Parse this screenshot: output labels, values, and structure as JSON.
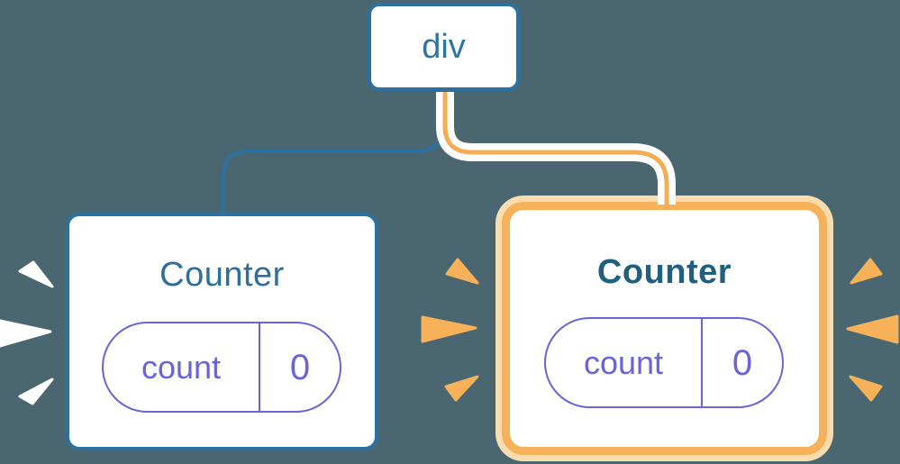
{
  "diagram": {
    "root": {
      "label": "div"
    },
    "left_counter": {
      "title": "Counter",
      "state_key": "count",
      "state_value": "0",
      "highlighted": false
    },
    "right_counter": {
      "title": "Counter",
      "state_key": "count",
      "state_value": "0",
      "highlighted": true
    }
  },
  "colors": {
    "background": "#4A6671",
    "blue": "#2B70A1",
    "blue_text": "#2E75A6",
    "teal_title": "#2E6E9E",
    "teal_title_bold": "#1F5F82",
    "purple": "#6A63DB",
    "orange": "#F6B159",
    "orange_line": "#F5AC52",
    "pale_orange": "#FBDCAE",
    "spark_white": "#FFFFFF"
  }
}
